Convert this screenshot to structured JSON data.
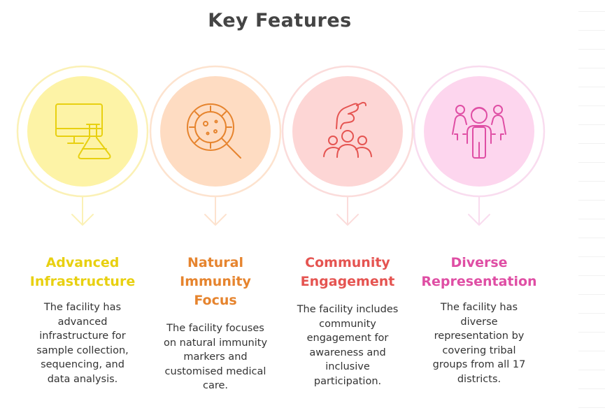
{
  "title": "Key Features",
  "features": [
    {
      "heading_lines": [
        "Advanced",
        "Infrastructure"
      ],
      "description": "The facility has advanced infrastructure for sample collection, sequencing, and data analysis.",
      "icon": "computer-flask-icon",
      "accent": "#e8d010",
      "circle_color": "#fdf3a6",
      "ring_color": "#fbf1b6"
    },
    {
      "heading_lines": [
        "Natural",
        "Immunity",
        "Focus"
      ],
      "description": "The facility focuses on natural immunity markers and customised medical care.",
      "icon": "virus-magnifier-icon",
      "accent": "#e6842e",
      "circle_color": "#fedcc2",
      "ring_color": "#fde3cf"
    },
    {
      "heading_lines": [
        "Community",
        "Engagement"
      ],
      "description": "The facility includes community engagement for awareness and inclusive participation.",
      "icon": "community-hand-icon",
      "accent": "#e55451",
      "circle_color": "#fdd6d5",
      "ring_color": "#fbdcdb"
    },
    {
      "heading_lines": [
        "Diverse",
        "Representation"
      ],
      "description": "The facility has diverse representation by covering tribal groups from all 17 districts.",
      "icon": "diverse-people-icon",
      "accent": "#df4ea4",
      "circle_color": "#fdd6ee",
      "ring_color": "#f9dcef"
    }
  ]
}
